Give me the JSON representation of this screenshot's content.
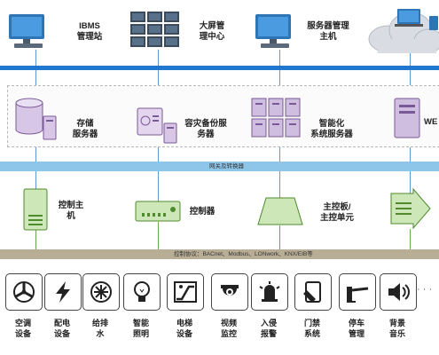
{
  "top": {
    "ibms_label_1": "IBMS",
    "ibms_label_2": "管理站",
    "screen_label_1": "大屏管",
    "screen_label_2": "理中心",
    "server_label_1": "服务器管理",
    "server_label_2": "主机"
  },
  "servers": {
    "storage_1": "存储",
    "storage_2": "服务器",
    "backup_1": "容灾备份服",
    "backup_2": "务器",
    "smart_1": "智能化",
    "smart_2": "系统服务器",
    "web": "WE"
  },
  "gateway_bar": "网关及转换器",
  "controllers": {
    "main_1": "控制主",
    "main_2": "机",
    "ctrl": "控制器",
    "board_1": "主控板/",
    "board_2": "主控单元"
  },
  "protocol_bar": "控制协议：BACnet、Modbus、LONwork、KNX/EIB等",
  "devices": [
    {
      "l1": "空调",
      "l2": "设备",
      "icon": "aircon-icon"
    },
    {
      "l1": "配电",
      "l2": "设备",
      "icon": "power-icon"
    },
    {
      "l1": "给排",
      "l2": "水",
      "icon": "water-icon"
    },
    {
      "l1": "智能",
      "l2": "照明",
      "icon": "lighting-icon"
    },
    {
      "l1": "电梯",
      "l2": "设备",
      "icon": "elevator-icon"
    },
    {
      "l1": "视频",
      "l2": "监控",
      "icon": "camera-icon"
    },
    {
      "l1": "入侵",
      "l2": "报警",
      "icon": "alarm-icon"
    },
    {
      "l1": "门禁",
      "l2": "系统",
      "icon": "access-icon"
    },
    {
      "l1": "停车",
      "l2": "管理",
      "icon": "parking-icon"
    },
    {
      "l1": "背景",
      "l2": "音乐",
      "icon": "music-icon"
    }
  ],
  "more": "· · ·",
  "colors": {
    "blue_bus": "#1f77d0",
    "light_bus": "#8ec6ea",
    "tan_bus": "#b8ad95",
    "line_blue": "#5b9bd5",
    "line_green": "#6aa84f"
  }
}
